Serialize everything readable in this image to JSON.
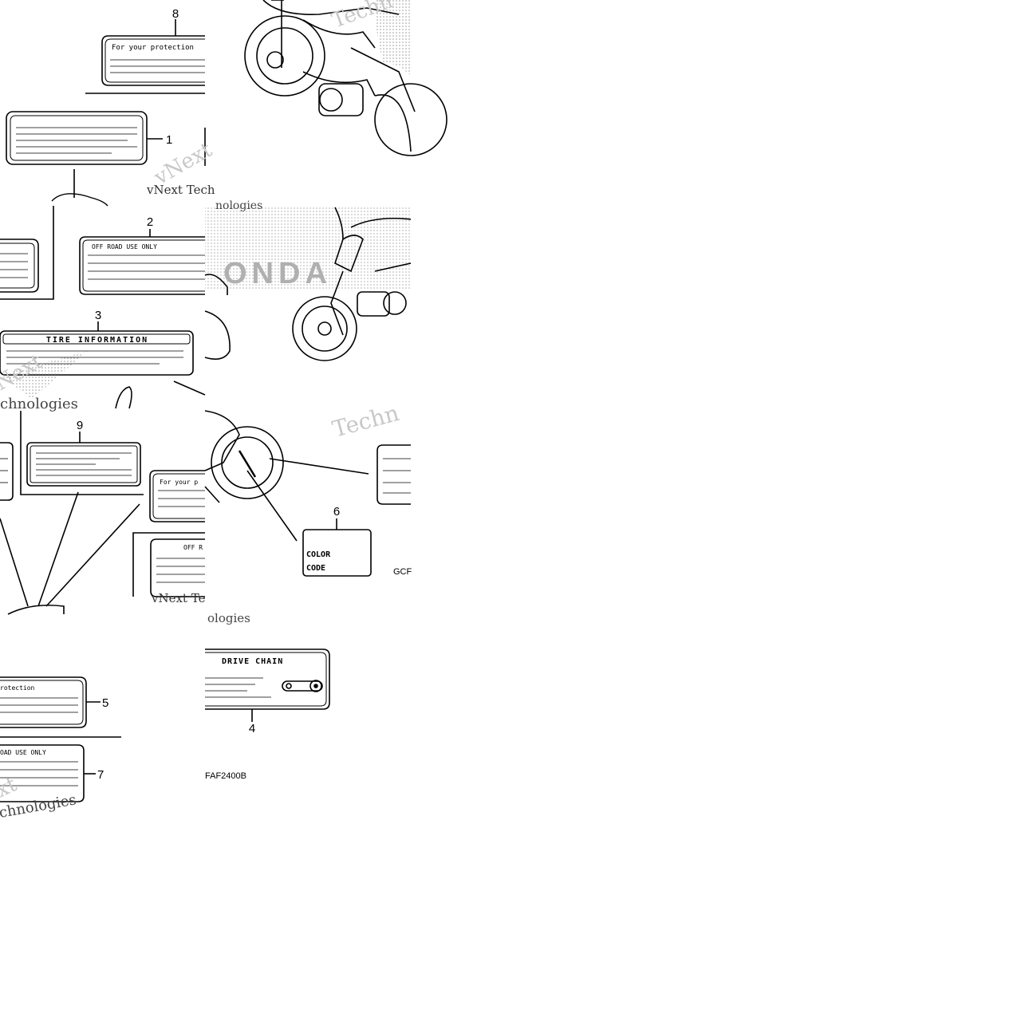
{
  "callouts": {
    "n1": "1",
    "n2": "2",
    "n3": "3",
    "n4": "4",
    "n5": "5",
    "n6": "6",
    "n7": "7",
    "n8": "8",
    "n9": "9"
  },
  "labels": {
    "protection_8": "For your protection",
    "off_road_2": "OFF ROAD USE ONLY",
    "tire_info_3": "TIRE INFORMATION",
    "protection_right": "For your p",
    "off_road_right": "OFF R",
    "color": "COLOR",
    "code": "CODE",
    "protection_5": "rotection",
    "off_road_7": "OAD USE ONLY",
    "drive_chain_4": "DRIVE CHAIN"
  },
  "codes": {
    "ref_a": "GCF",
    "ref_b": "FAF2400B"
  },
  "watermarks": {
    "brand_a": "Techn",
    "brand_b": "vNext",
    "brand_c": "vNext Tech",
    "brand_d": "nologies",
    "brand_e": "Next",
    "brand_f": "chnologies",
    "brand_g": "vNext Te",
    "brand_h": "Techn",
    "brand_i": "ologies",
    "brand_j": "xt"
  },
  "colors": {
    "ink": "#000000",
    "watermark": "#c8c8c8",
    "paper": "#ffffff"
  }
}
